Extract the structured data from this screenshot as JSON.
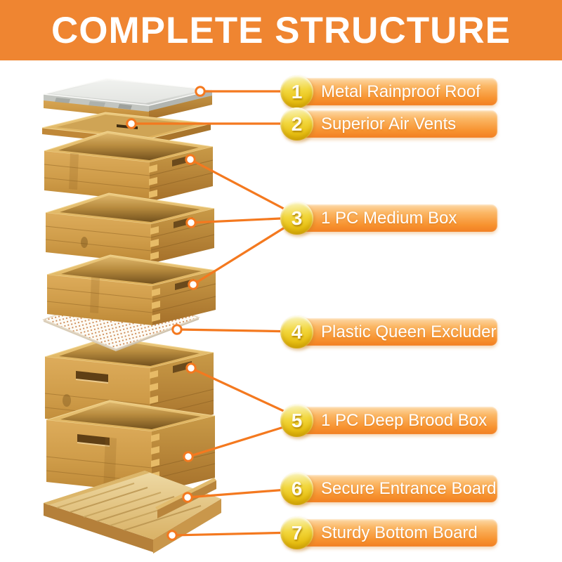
{
  "header": {
    "title": "COMPLETE STRUCTURE"
  },
  "parts": [
    {
      "number": "1",
      "label": "Metal Rainproof Roof"
    },
    {
      "number": "2",
      "label": "Superior Air Vents"
    },
    {
      "number": "3",
      "label": "1 PC Medium Box"
    },
    {
      "number": "4",
      "label": "Plastic Queen Excluder"
    },
    {
      "number": "5",
      "label": "1 PC Deep Brood Box"
    },
    {
      "number": "6",
      "label": "Secure Entrance Board"
    },
    {
      "number": "7",
      "label": "Sturdy Bottom Board"
    }
  ],
  "illustration": {
    "components": [
      "metal-rainproof-roof",
      "vented-inner-cover",
      "medium-box-1",
      "medium-box-2",
      "medium-box-3",
      "plastic-queen-excluder",
      "deep-brood-box-1",
      "deep-brood-box-2",
      "entrance-reducer-board",
      "bottom-board"
    ]
  },
  "theme": {
    "banner_orange": "#ef8531",
    "pill_orange_top": "#fdd9a8",
    "pill_orange_bottom": "#f28023",
    "badge_gold": "#e9c113",
    "connector_orange": "#f4791f",
    "wood_light": "#e3b868",
    "wood_mid": "#cf9c49",
    "wood_dark": "#a5702a",
    "metal_silver": "#dadcd8",
    "mesh_white": "#fdfbf5"
  }
}
